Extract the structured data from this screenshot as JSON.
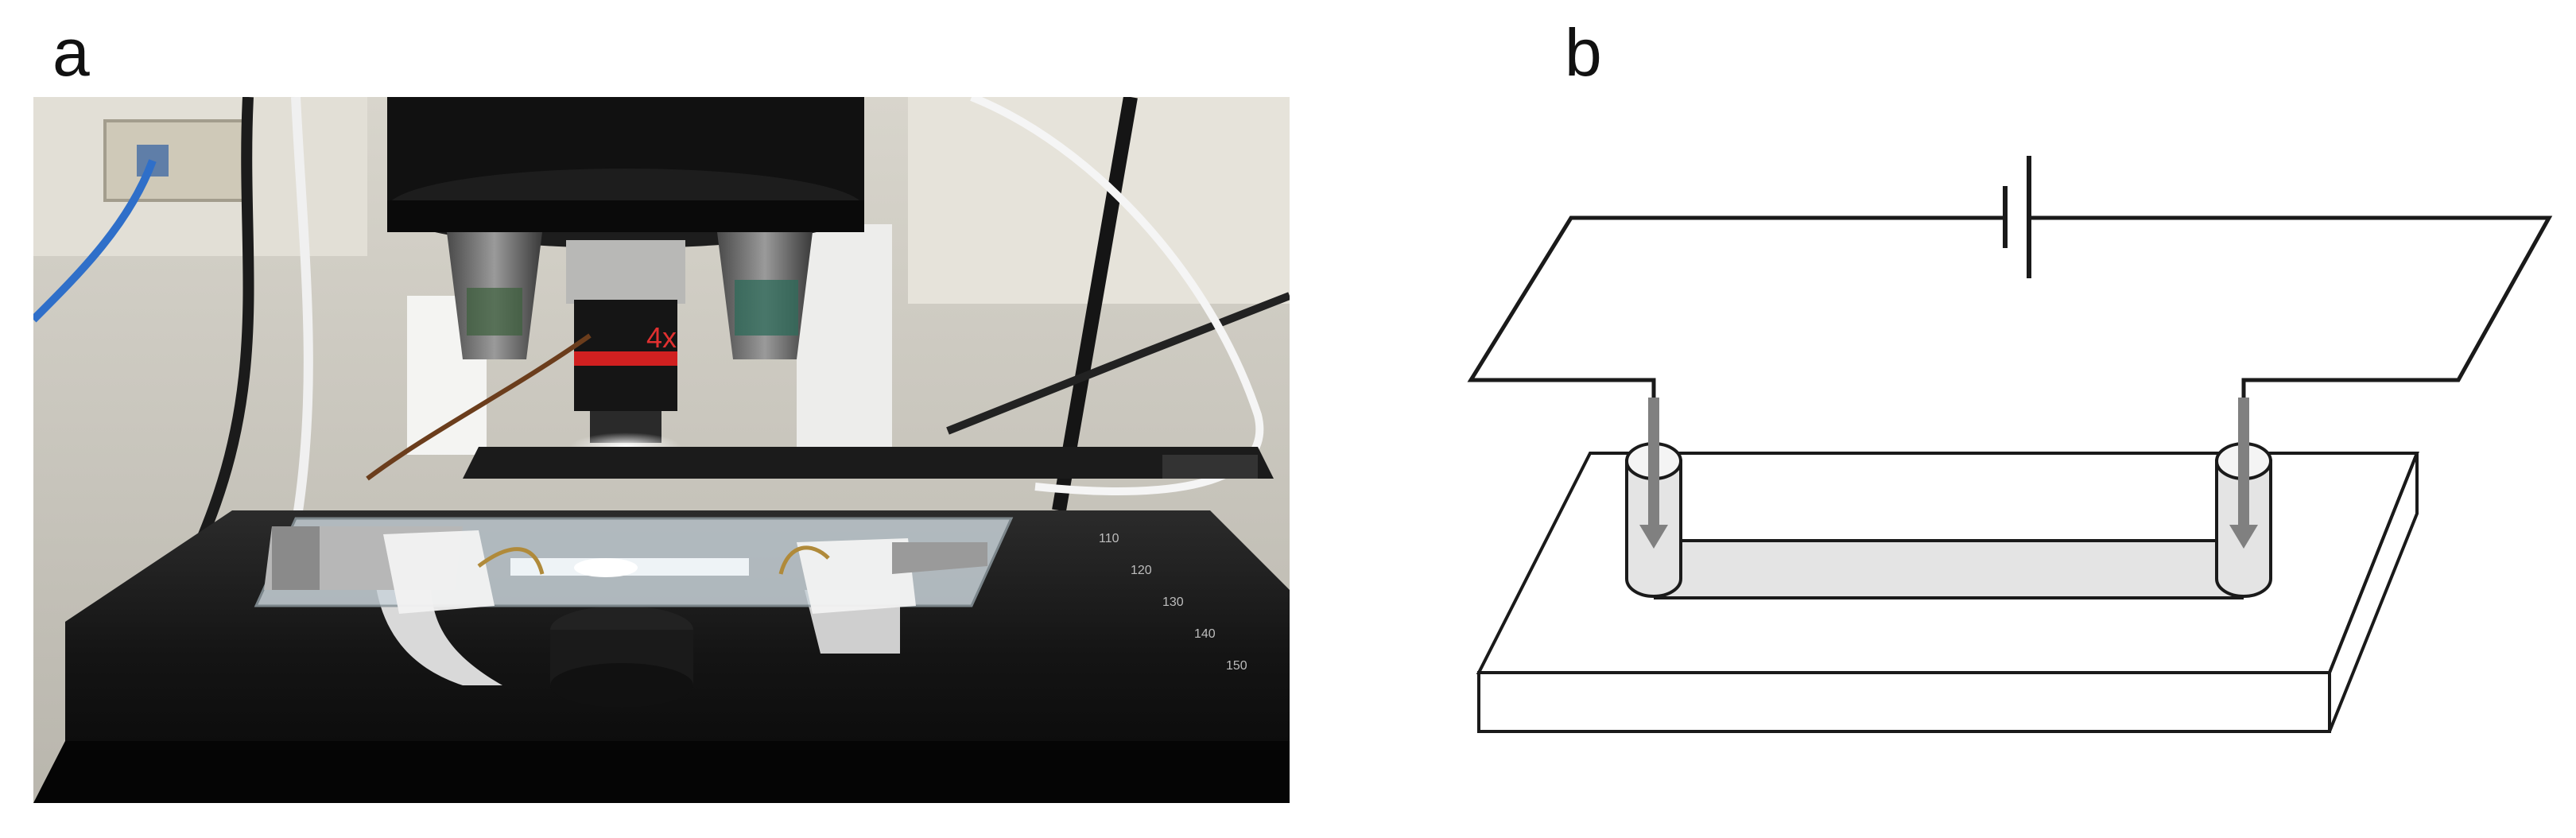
{
  "panels": [
    {
      "id": "a",
      "label": "a"
    },
    {
      "id": "b",
      "label": "b"
    }
  ],
  "photo": {
    "objective_text": "4x",
    "stage_scale_ticks": [
      "110",
      "120",
      "130",
      "140",
      "150"
    ]
  },
  "colors": {
    "background": "#ffffff",
    "line": "#1a1a1a",
    "arrow": "#808080",
    "channel_fill": "#e4e4e4",
    "objective_red": "#d02020",
    "stage_black": "#141414"
  }
}
